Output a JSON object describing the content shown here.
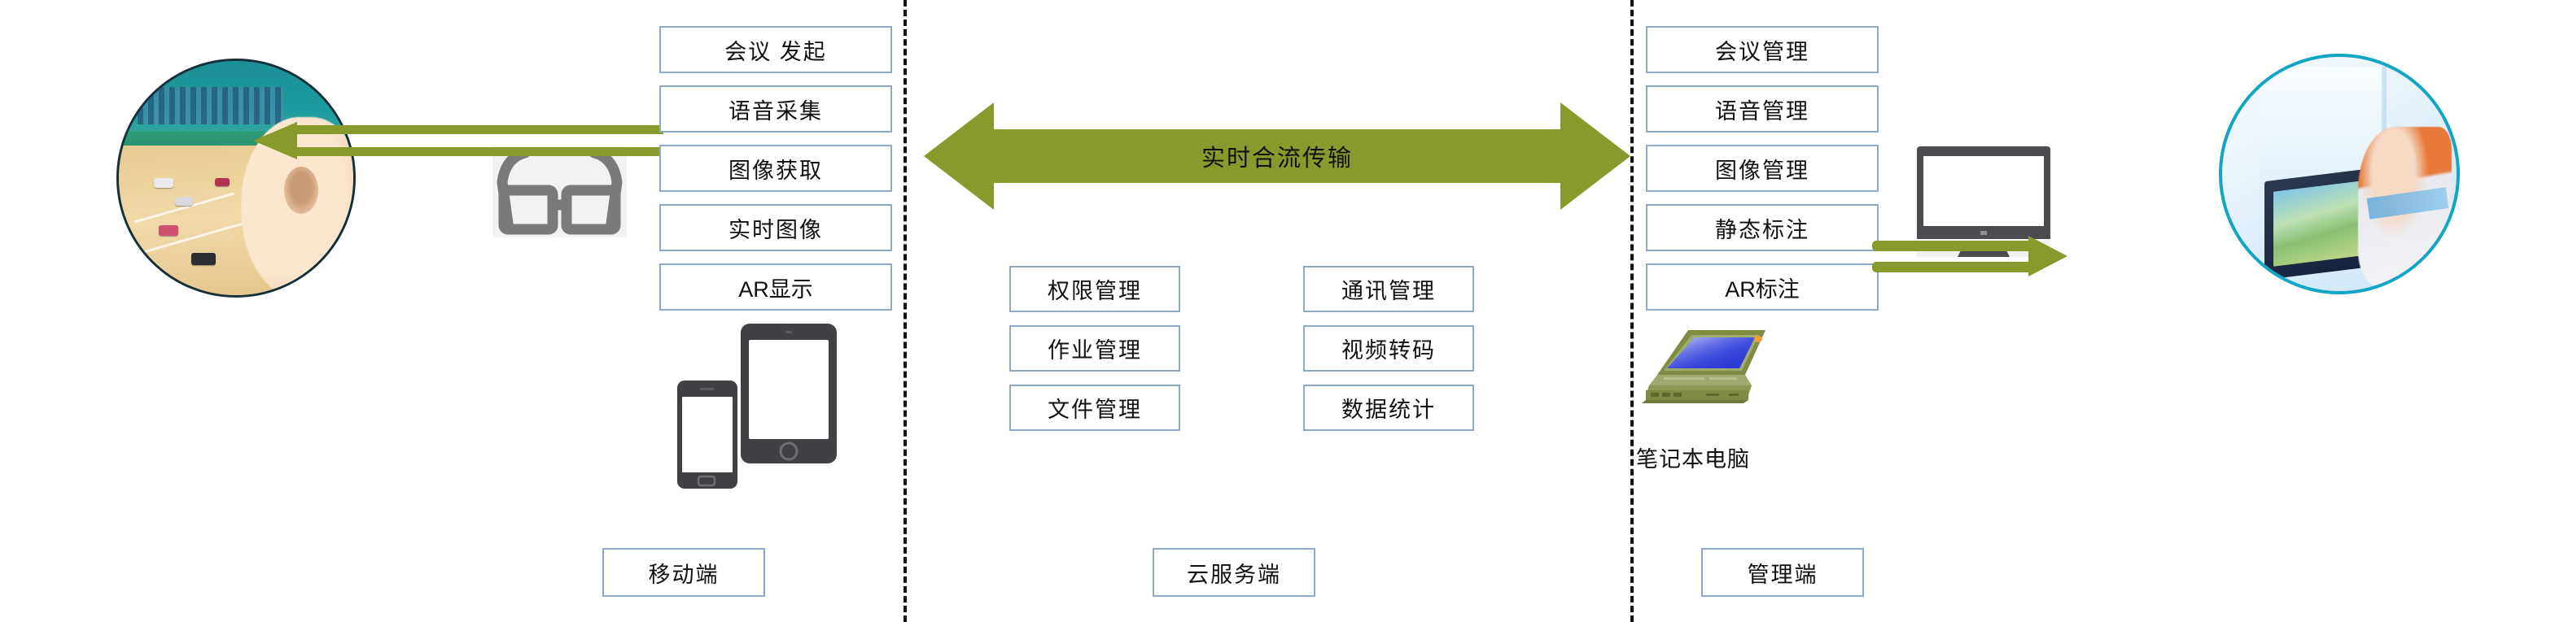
{
  "diagram": {
    "title_visible": false,
    "colors": {
      "box_border": "#8FA9C4",
      "arrow_green": "#879A2B",
      "divider": "#111111",
      "device_gray": "#4A4C50",
      "glasses_gray": "#7A7A7A",
      "left_circle_rim": "#16303a",
      "right_circle_rim": "#12A5C4",
      "laptop_body": "#7E8C43",
      "laptop_screen": "#2A36D8"
    },
    "columns": [
      {
        "id": "mobile",
        "footer_label": "移动端",
        "items": [
          {
            "label": "会议 发起"
          },
          {
            "label": "语音采集"
          },
          {
            "label": "图像获取"
          },
          {
            "label": "实时图像"
          },
          {
            "label": "AR显示"
          }
        ],
        "icons": [
          {
            "name": "ar-glasses-icon"
          },
          {
            "name": "smartphone-icon"
          },
          {
            "name": "tablet-icon"
          },
          {
            "name": "field-worker-photo"
          }
        ]
      },
      {
        "id": "cloud",
        "footer_label": "云服务端",
        "arrow_label": "实时合流传输",
        "left_column_items": [
          {
            "label": "权限管理"
          },
          {
            "label": "作业管理"
          },
          {
            "label": "文件管理"
          }
        ],
        "right_column_items": [
          {
            "label": "通讯管理"
          },
          {
            "label": "视频转码"
          },
          {
            "label": "数据统计"
          }
        ]
      },
      {
        "id": "admin",
        "footer_label": "管理端",
        "items": [
          {
            "label": "会议管理"
          },
          {
            "label": "语音管理"
          },
          {
            "label": "图像管理"
          },
          {
            "label": "静态标注"
          },
          {
            "label": "AR标注"
          }
        ],
        "device_label": "笔记本电脑",
        "icons": [
          {
            "name": "desktop-monitor-icon"
          },
          {
            "name": "laptop-icon"
          },
          {
            "name": "expert-operator-photo"
          }
        ]
      }
    ]
  }
}
